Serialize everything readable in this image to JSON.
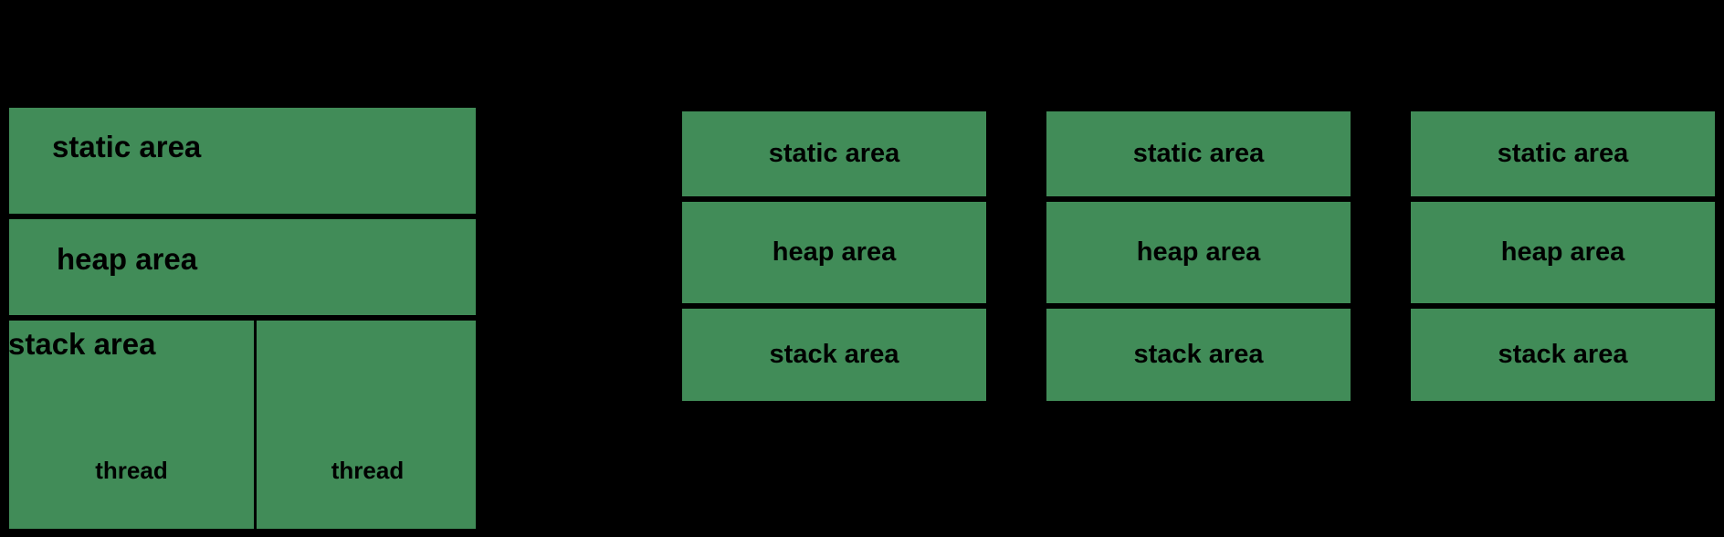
{
  "diagram": {
    "background_color": "#000000",
    "block_color": "#418c58",
    "outline_color": "#000000",
    "multithreaded_process": {
      "static_area_label": "static area",
      "heap_area_label": "heap area",
      "stack_area_label": "stack area",
      "threads": [
        {
          "label": "thread"
        },
        {
          "label": "thread"
        }
      ]
    },
    "single_threaded_processes": [
      {
        "static_area_label": "static area",
        "heap_area_label": "heap area",
        "stack_area_label": "stack area"
      },
      {
        "static_area_label": "static area",
        "heap_area_label": "heap area",
        "stack_area_label": "stack area"
      },
      {
        "static_area_label": "static area",
        "heap_area_label": "heap area",
        "stack_area_label": "stack area"
      }
    ]
  }
}
